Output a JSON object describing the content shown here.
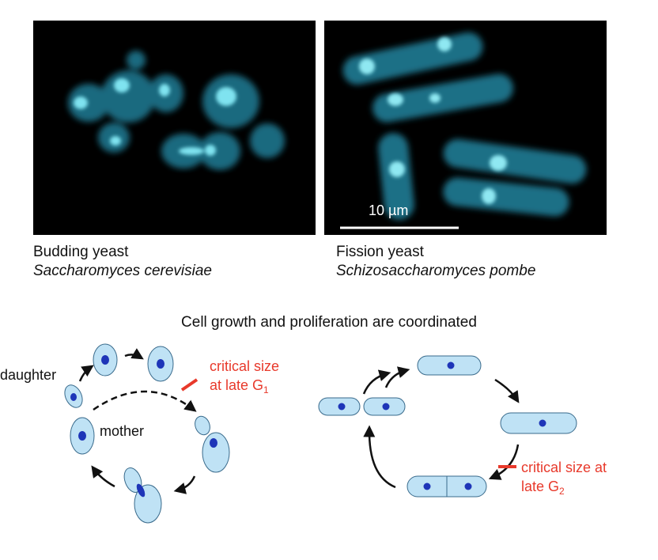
{
  "captions": {
    "budding_common": "Budding yeast",
    "budding_scientific": "Saccharomyces cerevisiae",
    "fission_common": "Fission yeast",
    "fission_scientific": "Schizosaccharomyces pombe"
  },
  "scale_bar_label": "10 µm",
  "title": "Cell growth and proliferation are coordinated",
  "budding_cycle": {
    "daughter_label": "daughter",
    "mother_label": "mother",
    "checkpoint_line1": "critical size",
    "checkpoint_line2_prefix": "at late G",
    "checkpoint_subscript": "1"
  },
  "fission_cycle": {
    "checkpoint_line1": "critical size at",
    "checkpoint_line2_prefix": "late G",
    "checkpoint_subscript": "2"
  },
  "colors": {
    "cell_fill": "#bfe2f5",
    "nucleus": "#1e35b8",
    "checkpoint_red": "#e8392b",
    "micro_glow": "#3fb0c8"
  }
}
